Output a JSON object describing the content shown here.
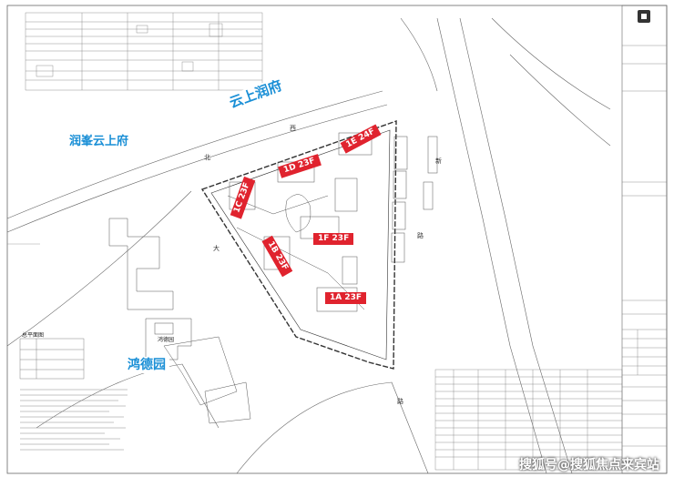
{
  "labels": {
    "yunshang_runfu": "云上润府",
    "runya_yunshangfu": "润峯云上府",
    "hongdeyuan": "鸿德园",
    "hongdeyuan_small": "鸿德园"
  },
  "buildings": [
    {
      "id": "1E",
      "label": "1E 24F"
    },
    {
      "id": "1D",
      "label": "1D 23F"
    },
    {
      "id": "1C",
      "label": "1C 23F"
    },
    {
      "id": "1B",
      "label": "1B 23F"
    },
    {
      "id": "1F",
      "label": "1F 23F"
    },
    {
      "id": "1A",
      "label": "1A 23F"
    }
  ],
  "streets": {
    "top": "西",
    "left": "北",
    "left2": "大",
    "right": "路",
    "right2": "新",
    "bottom": "路"
  },
  "legend_title": "总平面图",
  "watermark": "搜狐号@搜狐焦点来宾站",
  "colors": {
    "highlight_blue": "#1a8fd6",
    "tag_red": "#e0232e",
    "line": "#555555"
  }
}
